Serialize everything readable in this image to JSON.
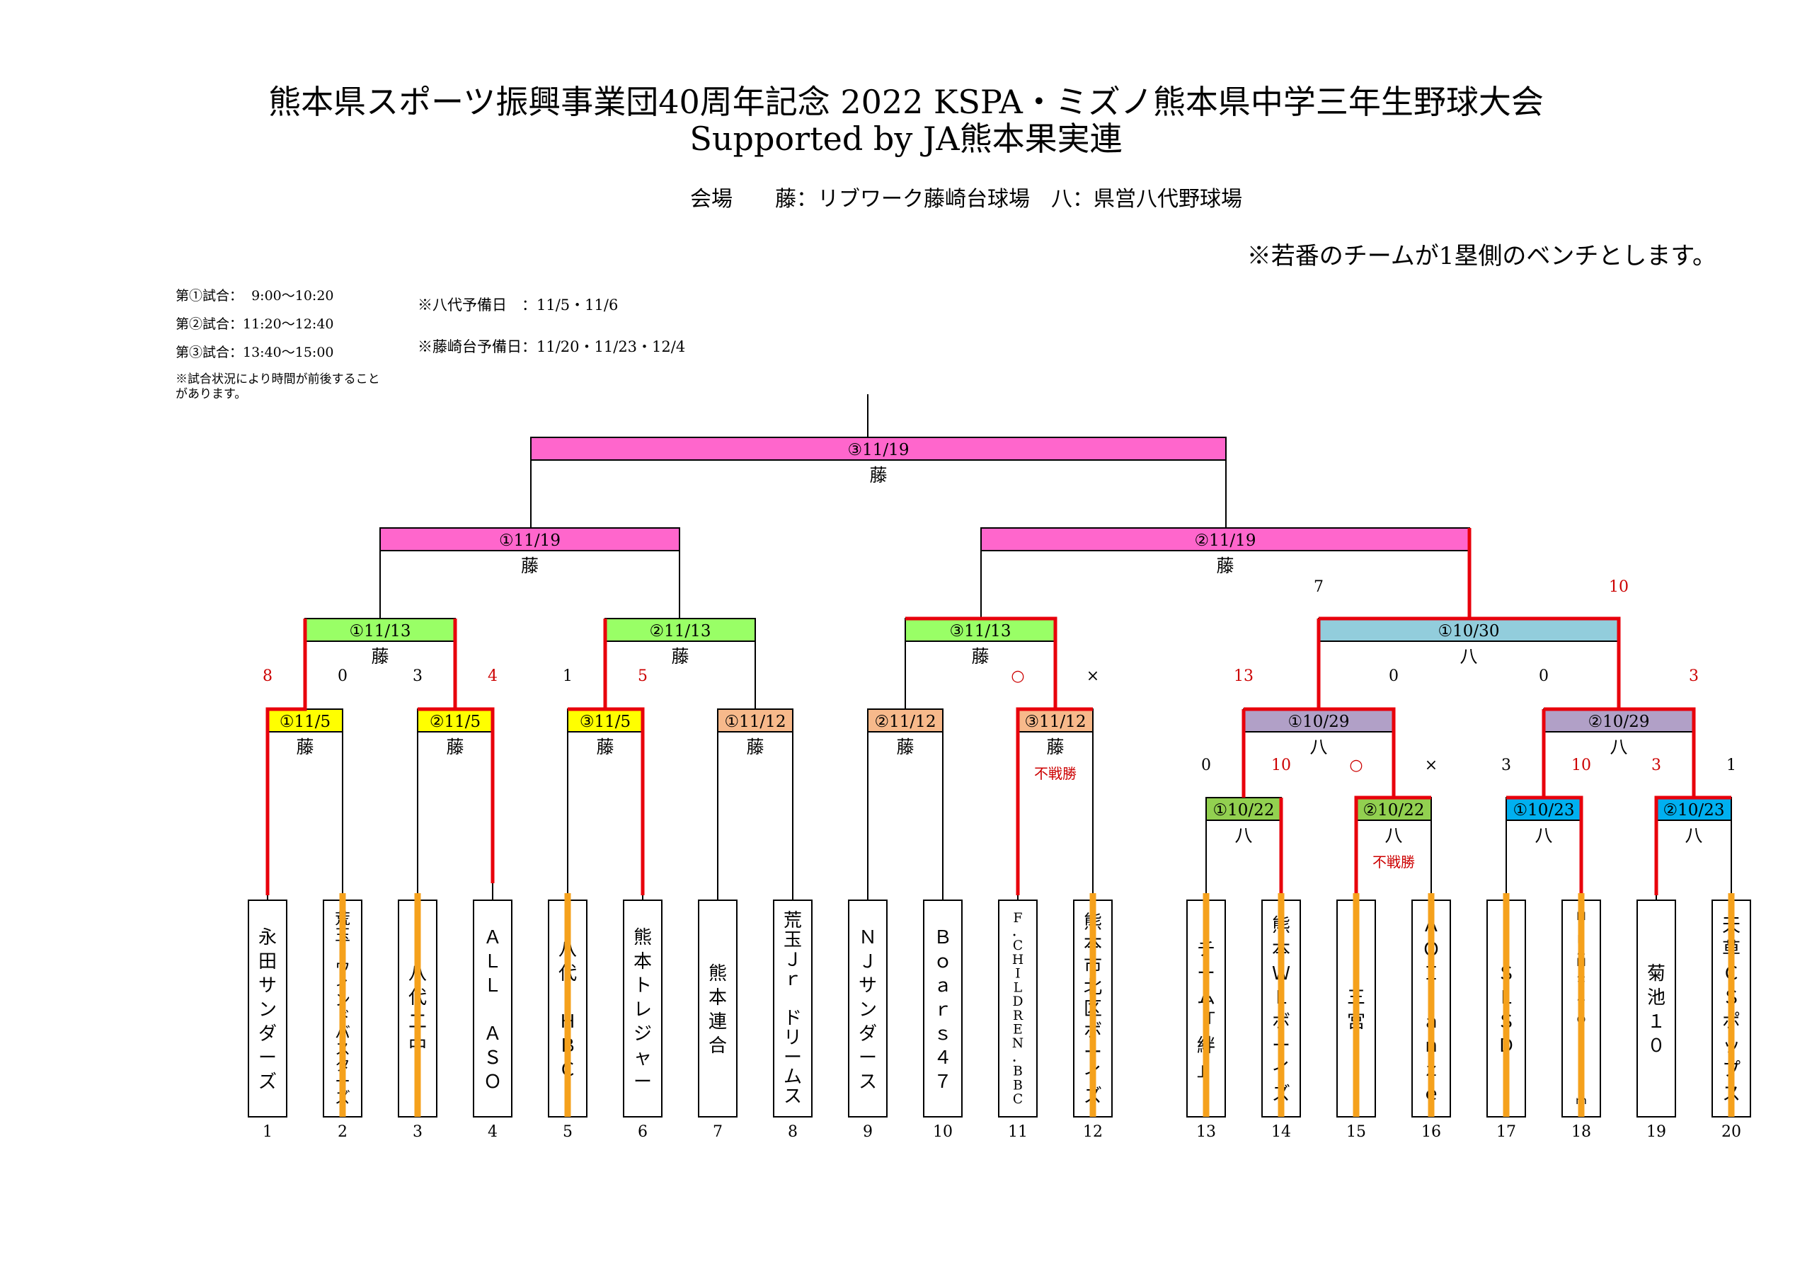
{
  "header": {
    "title_line1": "熊本県スポーツ振興事業団40周年記念 2022 KSPA・ミズノ熊本県中学三年生野球大会",
    "title_line2": "Supported by JA熊本果実連",
    "venue": "会場　　藤：リブワーク藤崎台球場　八：県営八代野球場",
    "bench_note": "※若番のチームが1塁側のベンチとします。"
  },
  "schedule": {
    "slots": [
      "第①試合：  9:00〜10:20",
      "第②試合：11:20〜12:40",
      "第③試合：13:40〜15:00"
    ],
    "time_note": "※試合状況により時間が前後することがあります。",
    "reserve_yatsushiro": "※八代予備日　：11/5・11/6",
    "reserve_fujisaki": "※藤崎台予備日：11/20・11/23・12/4"
  },
  "colors": {
    "final": "#ff66cc",
    "semifinal": "#ff66cc",
    "quarter": "#99ff66",
    "r1_yellow": "#ffff00",
    "r1_peach": "#f7b98b",
    "yatsushiro_r3": "#92cddc",
    "yatsushiro_r2": "#b1a0c7",
    "yatsushiro_r1_green": "#92d050",
    "yatsushiro_r1_blue": "#00b0f0",
    "winner_line": "#e8000b",
    "mark_orange": "#f5a11c",
    "score_red": "#cc0000"
  },
  "teams": [
    {
      "num": "1",
      "name": "永田サンダーズ"
    },
    {
      "num": "2",
      "name": "荒玉・ウィンドバスターズ"
    },
    {
      "num": "3",
      "name": "八代二中"
    },
    {
      "num": "4",
      "name": "ＡＬＬ　ＡＳＯ"
    },
    {
      "num": "5",
      "name": "八代・ＨＢＣ"
    },
    {
      "num": "6",
      "name": "熊本トレジャー"
    },
    {
      "num": "7",
      "name": "熊本連合"
    },
    {
      "num": "8",
      "name": "荒玉Ｊｒ ドリームス"
    },
    {
      "num": "9",
      "name": "ＮＪサンダース"
    },
    {
      "num": "10",
      "name": "Ｂｏａｒｓ４７"
    },
    {
      "num": "11",
      "name": "F．CHILDREN．BBC"
    },
    {
      "num": "12",
      "name": "熊本市北区ボーイズ"
    },
    {
      "num": "13",
      "name": "チーム「絆」"
    },
    {
      "num": "14",
      "name": "熊本ＷＬボーイズ"
    },
    {
      "num": "15",
      "name": "三宮"
    },
    {
      "num": "16",
      "name": "ＡＯＩ・ａｎｚｅ"
    },
    {
      "num": "17",
      "name": "ＳＬＳＤ"
    },
    {
      "num": "18",
      "name": "ＭＩＮＡＭＡＴＡ　Ｏｎｅ ｔｅａｍ"
    },
    {
      "num": "19",
      "name": "菊池１０"
    },
    {
      "num": "20",
      "name": "天草ＣＳポップス"
    }
  ],
  "matches": [
    {
      "id": "F",
      "date": "③11/19",
      "venue": "藤"
    },
    {
      "id": "SF1",
      "date": "①11/19",
      "venue": "藤"
    },
    {
      "id": "SF2",
      "date": "②11/19",
      "venue": "藤"
    },
    {
      "id": "QF1",
      "date": "①11/13",
      "venue": "藤"
    },
    {
      "id": "QF2",
      "date": "②11/13",
      "venue": "藤"
    },
    {
      "id": "QF3",
      "date": "③11/13",
      "venue": "藤"
    },
    {
      "id": "Y3",
      "date": "①10/30",
      "venue": "八"
    },
    {
      "id": "R1a",
      "date": "①11/5",
      "venue": "藤"
    },
    {
      "id": "R1b",
      "date": "②11/5",
      "venue": "藤"
    },
    {
      "id": "R1c",
      "date": "③11/5",
      "venue": "藤"
    },
    {
      "id": "R1d",
      "date": "①11/12",
      "venue": "藤"
    },
    {
      "id": "R1e",
      "date": "②11/12",
      "venue": "藤"
    },
    {
      "id": "R1f",
      "date": "③11/12",
      "venue": "藤",
      "note": "不戦勝"
    },
    {
      "id": "Y2a",
      "date": "①10/29",
      "venue": "八"
    },
    {
      "id": "Y2b",
      "date": "②10/29",
      "venue": "八"
    },
    {
      "id": "Y1a",
      "date": "①10/22",
      "venue": "八"
    },
    {
      "id": "Y1b",
      "date": "②10/22",
      "venue": "八",
      "note": "不戦勝"
    },
    {
      "id": "Y1c",
      "date": "①10/23",
      "venue": "八"
    },
    {
      "id": "Y1d",
      "date": "②10/23",
      "venue": "八"
    }
  ],
  "scores": [
    {
      "text": "8",
      "red": true
    },
    {
      "text": "0",
      "red": false
    },
    {
      "text": "3",
      "red": false
    },
    {
      "text": "4",
      "red": true
    },
    {
      "text": "1",
      "red": false
    },
    {
      "text": "5",
      "red": true
    },
    {
      "text": "○",
      "red": true
    },
    {
      "text": "×",
      "red": false
    },
    {
      "text": "7",
      "red": false
    },
    {
      "text": "10",
      "red": true
    },
    {
      "text": "13",
      "red": true
    },
    {
      "text": "0",
      "red": false
    },
    {
      "text": "0",
      "red": false
    },
    {
      "text": "3",
      "red": true
    },
    {
      "text": "0",
      "red": false
    },
    {
      "text": "10",
      "red": true
    },
    {
      "text": "○",
      "red": true
    },
    {
      "text": "×",
      "red": false
    },
    {
      "text": "3",
      "red": false
    },
    {
      "text": "10",
      "red": true
    },
    {
      "text": "3",
      "red": true
    },
    {
      "text": "1",
      "red": false
    }
  ]
}
